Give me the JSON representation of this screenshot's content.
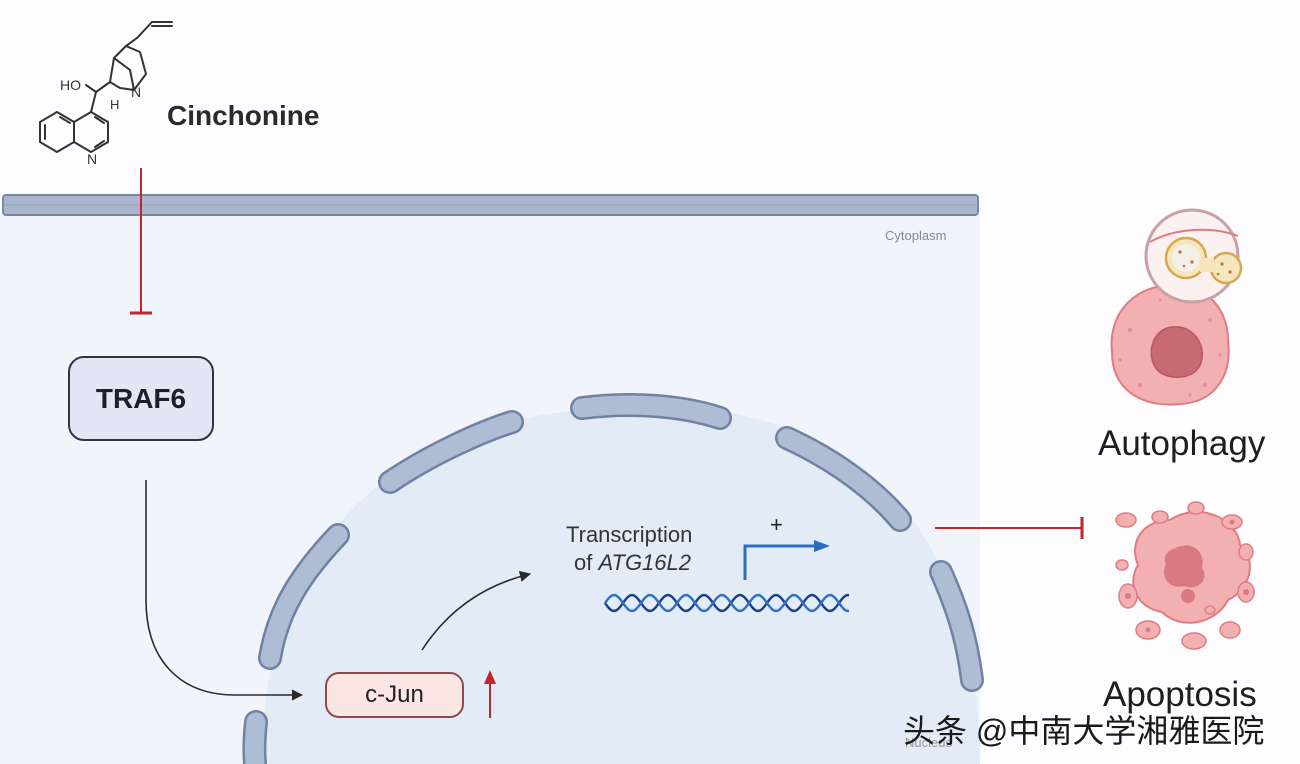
{
  "drug": {
    "name": "Cinchonine",
    "atom_labels": {
      "ho": "HO",
      "h": "H",
      "n_bridge": "N",
      "n_ring": "N"
    }
  },
  "compartments": {
    "cytoplasm": "Cytoplasm",
    "nucleus": "Nucleus"
  },
  "nodes": {
    "traf6": "TRAF6",
    "cjun": "c-Jun"
  },
  "transcription": {
    "line1": "Transcription",
    "line2_prefix": "of ",
    "gene": "ATG16L2",
    "sign": "+"
  },
  "outcomes": {
    "autophagy": "Autophagy",
    "apoptosis": "Apoptosis"
  },
  "watermark": "头条 @中南大学湘雅医院",
  "colors": {
    "inhibit": "#c0272d",
    "membrane": "#a9b6cc",
    "membrane_edge": "#7487a8",
    "activate": "#2b2b2b",
    "promoter_arrow": "#2b6cc4",
    "upregulation": "#c0272d"
  },
  "edges": [
    {
      "from": "Cinchonine",
      "to": "TRAF6",
      "type": "inhibit"
    },
    {
      "from": "TRAF6",
      "to": "c-Jun",
      "type": "activate"
    },
    {
      "from": "c-Jun",
      "to": "Transcription of ATG16L2",
      "type": "activate"
    },
    {
      "from": "Transcription of ATG16L2",
      "to": "Apoptosis",
      "type": "inhibit"
    }
  ],
  "icons": [
    "cinchonine-structure-icon",
    "dna-helix-icon",
    "promoter-arrow-icon",
    "up-arrow-icon",
    "autophagy-cell-icon",
    "autophagosome-zoom-icon",
    "apoptotic-cell-icon"
  ]
}
